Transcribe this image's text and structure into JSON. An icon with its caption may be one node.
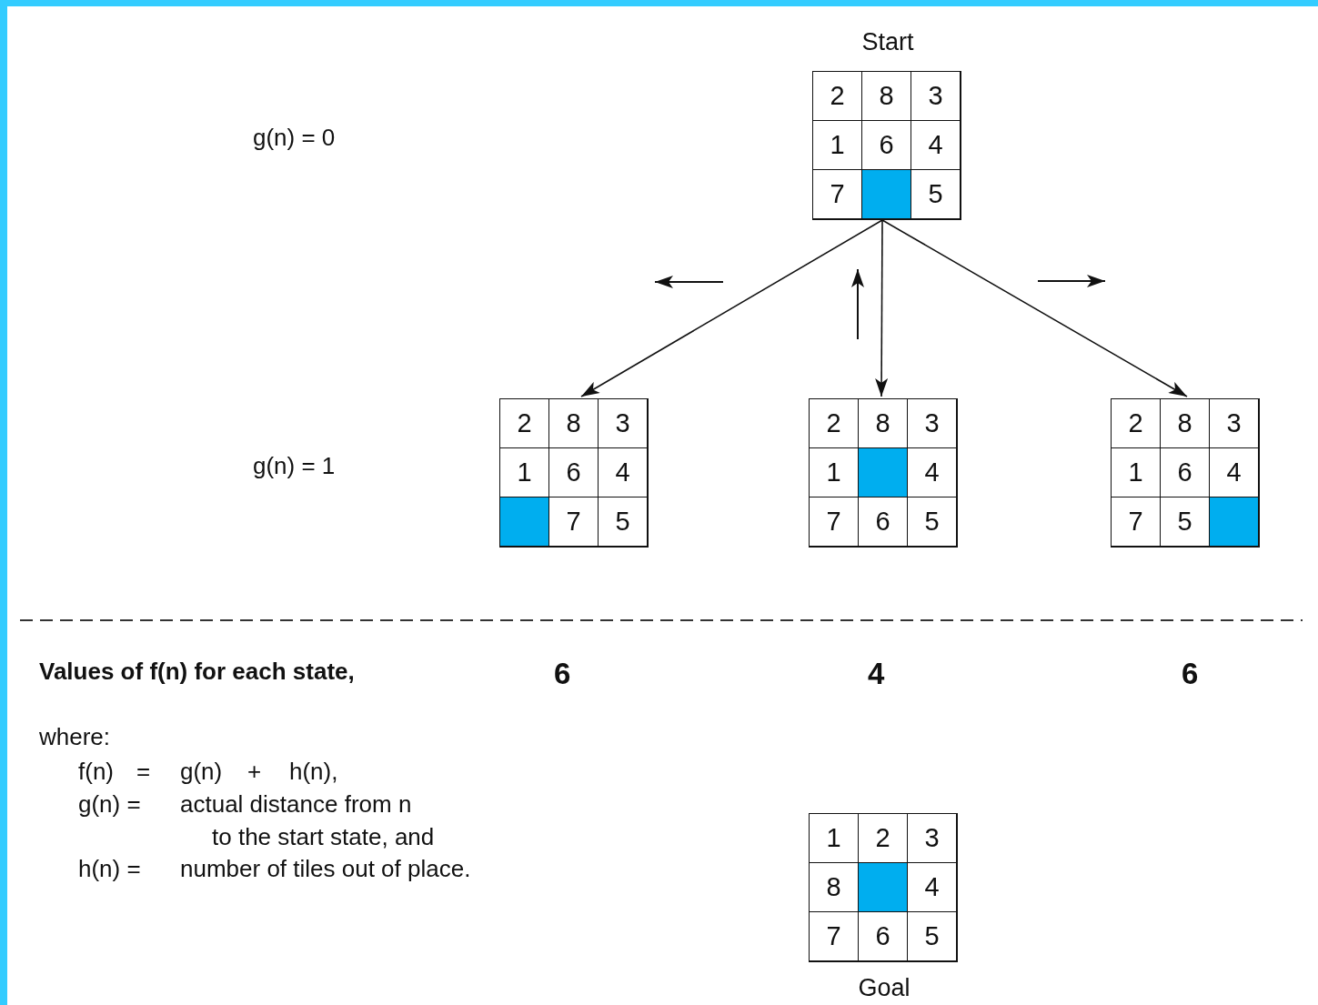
{
  "diagram": {
    "nodes": [
      {
        "text": [
          "Start"
        ]
      },
      {
        "text": [
          "2"
        ],
        "in": 0
      },
      {
        "text": [
          "8"
        ],
        "in": 0
      },
      {
        "text": [
          "3"
        ],
        "in": 0
      },
      {
        "text": [
          "1"
        ],
        "in": 0
      },
      {
        "text": [
          "6"
        ],
        "in": 0
      },
      {
        "text": [
          "4"
        ],
        "in": 0
      },
      {
        "text": [
          "7"
        ],
        "in": 0
      },
      {
        "text": [],
        "shape": "box",
        "in": 0
      },
      {
        "text": [
          "5"
        ],
        "in": 0
      },
      {
        "text": [],
        "shape": "box"
      },
      {
        "text": [
          "2"
        ],
        "in": 10
      },
      {
        "text": [
          "8"
        ],
        "in": 10
      },
      {
        "text": [
          "3"
        ],
        "in": 10
      },
      {
        "text": [
          "1"
        ],
        "in": 10
      },
      {
        "text": [
          "6"
        ],
        "in": 10
      },
      {
        "text": [
          "4"
        ],
        "in": 10
      },
      {
        "text": [],
        "shape": "box",
        "in": 10
      },
      {
        "text": [
          "7"
        ],
        "in": 10
      },
      {
        "text": [
          "5"
        ],
        "in": 10
      },
      {
        "text": [],
        "shape": "box"
      },
      {
        "text": [
          "2"
        ],
        "in": 20
      },
      {
        "text": [
          "8"
        ],
        "in": 20
      },
      {
        "text": [
          "3"
        ],
        "in": 20
      },
      {
        "text": [
          "1"
        ],
        "in": 20
      },
      {
        "text": [],
        "shape": "box",
        "in": 20
      },
      {
        "text": [
          "4"
        ],
        "in": 20
      },
      {
        "text": [
          "7"
        ],
        "in": 20
      },
      {
        "text": [
          "6"
        ],
        "in": 20
      },
      {
        "text": [
          "5"
        ],
        "in": 20
      },
      {
        "text": [],
        "shape": "box"
      },
      {
        "text": [
          "2"
        ],
        "in": 30
      },
      {
        "text": [
          "8"
        ],
        "in": 30
      },
      {
        "text": [
          "3"
        ],
        "in": 30
      },
      {
        "text": [
          "1"
        ],
        "in": 30
      },
      {
        "text": [
          "6"
        ],
        "in": 30
      },
      {
        "text": [
          "4"
        ],
        "in": 30
      },
      {
        "text": [
          "7"
        ],
        "in": 30
      },
      {
        "text": [
          "5"
        ],
        "in": 30
      },
      {
        "text": [],
        "shape": "box",
        "in": 30
      },
      {
        "text": [
          "Goal"
        ]
      },
      {
        "text": [
          "1"
        ],
        "in": 40
      },
      {
        "text": [
          "2"
        ],
        "in": 40
      },
      {
        "text": [
          "3"
        ],
        "in": 40
      },
      {
        "text": [
          "8"
        ],
        "in": 40
      },
      {
        "text": [],
        "shape": "box",
        "in": 40
      },
      {
        "text": [
          "4"
        ],
        "in": 40
      },
      {
        "text": [
          "7"
        ],
        "in": 40
      },
      {
        "text": [
          "6"
        ],
        "in": 40
      },
      {
        "text": [
          "5"
        ],
        "in": 40
      }
    ],
    "edges": [
      {
        "from": 0,
        "to": 10,
        "arrow": "to"
      },
      {
        "from": 0,
        "to": 20,
        "arrow": "to"
      },
      {
        "from": 0,
        "to": 30,
        "arrow": "to"
      }
    ],
    "labels": [
      "g(n) = 0",
      "g(n) = 1",
      "Values of f(n) for each state,",
      "6",
      "4",
      "6",
      "where:",
      "f(n)",
      "=",
      "g(n)",
      "+",
      "h(n),",
      "g(n) =",
      "actual distance from n to the start state, and",
      "h(n) =",
      "number of tiles out of place."
    ]
  }
}
